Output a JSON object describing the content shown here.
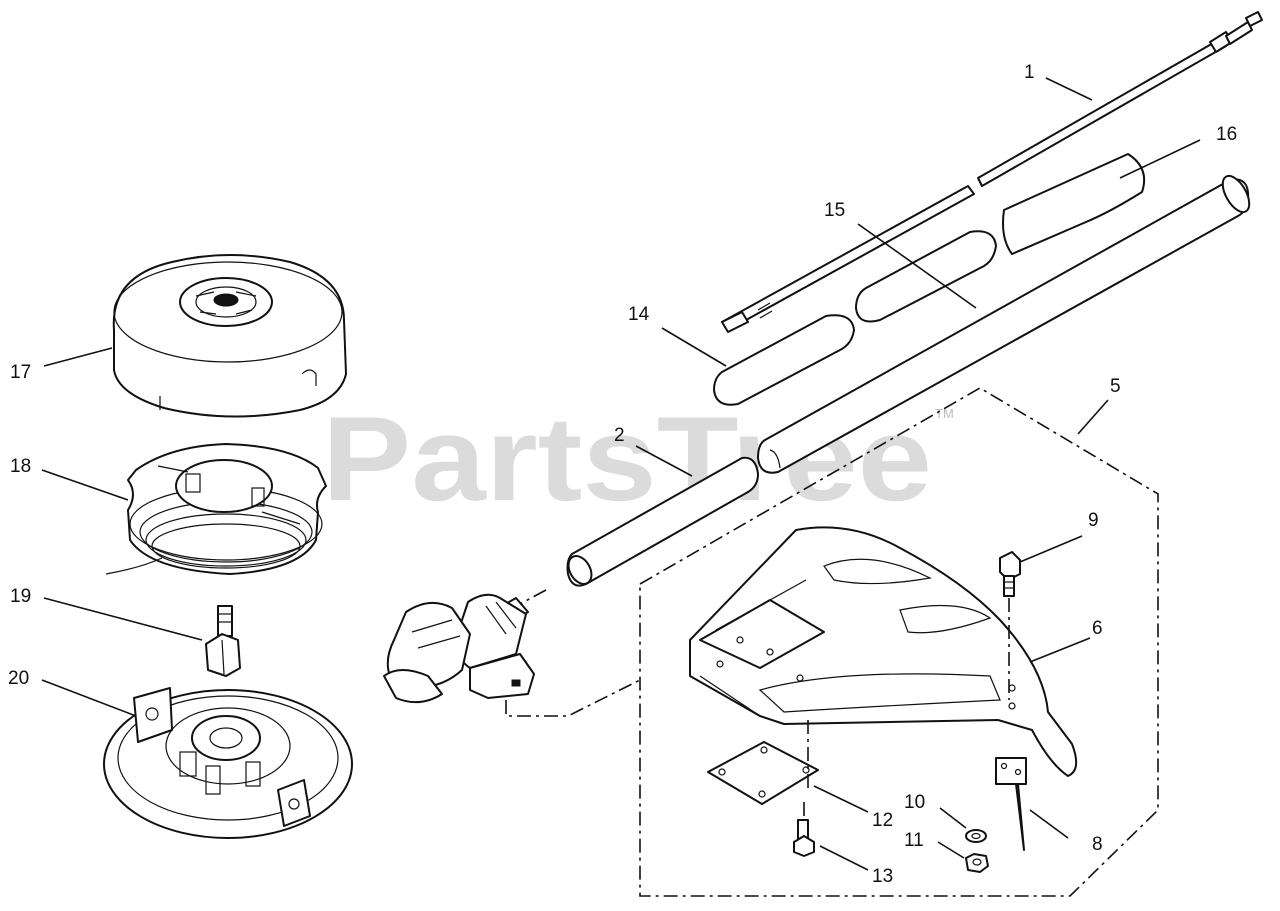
{
  "watermark": {
    "text": "PartsTree",
    "mark": "TM"
  },
  "callouts": [
    {
      "id": "c1",
      "label": "1"
    },
    {
      "id": "c2",
      "label": "2"
    },
    {
      "id": "c5",
      "label": "5"
    },
    {
      "id": "c6",
      "label": "6"
    },
    {
      "id": "c8",
      "label": "8"
    },
    {
      "id": "c9",
      "label": "9"
    },
    {
      "id": "c10",
      "label": "10"
    },
    {
      "id": "c11",
      "label": "11"
    },
    {
      "id": "c12",
      "label": "12"
    },
    {
      "id": "c13",
      "label": "13"
    },
    {
      "id": "c14",
      "label": "14"
    },
    {
      "id": "c15",
      "label": "15"
    },
    {
      "id": "c16",
      "label": "16"
    },
    {
      "id": "c17",
      "label": "17"
    },
    {
      "id": "c18",
      "label": "18"
    },
    {
      "id": "c19",
      "label": "19"
    },
    {
      "id": "c20",
      "label": "20"
    }
  ]
}
